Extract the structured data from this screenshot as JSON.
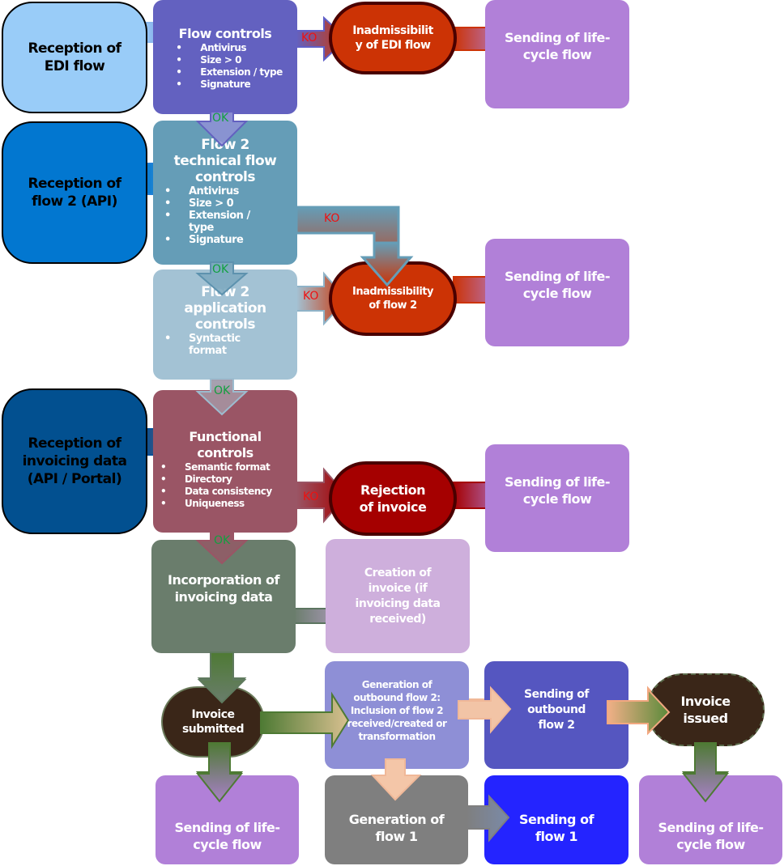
{
  "labels": {
    "ok": "OK",
    "ko": "KO"
  },
  "sources": {
    "edi": "Reception of EDI flow",
    "flow2_api": "Reception of flow 2 (API)",
    "invoicing_data": "Reception of invoicing data (API / Portal)"
  },
  "controls": {
    "flow_controls": {
      "title": "Flow controls",
      "items": [
        "Antivirus",
        "Size > 0",
        "Extension / type",
        "Signature"
      ]
    },
    "flow2_technical": {
      "title": "Flow 2 technical flow controls",
      "items": [
        "Antivirus",
        "Size > 0",
        "Extension / type",
        "Signature"
      ]
    },
    "flow2_application": {
      "title": "Flow 2 application controls",
      "items": [
        "Syntactic format"
      ]
    },
    "functional": {
      "title": "Functional controls",
      "items": [
        "Semantic format",
        "Directory",
        "Data consistency",
        "Uniqueness"
      ]
    }
  },
  "outcomes": {
    "inadmissibility_edi": "Inadmissibility of EDI flow",
    "inadmissibility_flow2": "Inadmissibility of flow 2",
    "rejection_invoice": "Rejection of invoice",
    "lifecycle": "Sending of life-cycle flow"
  },
  "processing": {
    "incorporation": "Incorporation of invoicing data",
    "creation": "Creation of invoice (if invoicing data received)",
    "invoice_submitted": "Invoice submitted",
    "generation_outbound": "Generation of outbound flow 2: Inclusion of flow 2 received/created or transformation",
    "sending_outbound": "Sending of outbound flow 2",
    "invoice_issued": "Invoice issued",
    "generation_flow1": "Generation of flow 1",
    "sending_flow1": "Sending of flow 1"
  },
  "colors": {
    "edi_source": "#99ccf8",
    "flow2_source": "#0277d0",
    "invoicing_source": "#025090",
    "flow_controls": "#6361c0",
    "flow2_technical": "#659db7",
    "flow2_application": "#a3c2d4",
    "functional": "#9a5565",
    "inadmissibility": "#cc3305",
    "rejection": "#a50000",
    "lifecycle": "#b180d8",
    "incorporation": "#6a7d6c",
    "creation": "#ceafdc",
    "invoice_dark": "#3a2618",
    "generation_outbound": "#8e8fd6",
    "sending_outbound": "#5556c0",
    "generation_flow1": "#7f7f7f",
    "sending_flow1": "#2424ff",
    "ko": "#ee1111",
    "ok": "#12a040"
  }
}
